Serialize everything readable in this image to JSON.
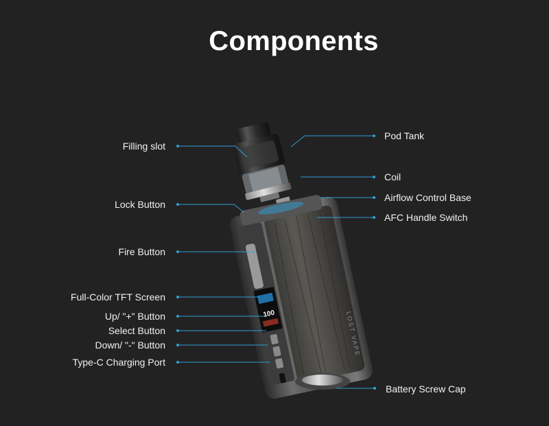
{
  "title": "Components",
  "colors": {
    "background": "#222222",
    "leader_line": "#2f9fd8",
    "label_text": "#f2f2f2"
  },
  "labels_left": [
    "Filling slot",
    "Lock Button",
    "Fire Button",
    "Full-Color TFT Screen",
    "Up/ \"+\" Button",
    "Select Button",
    "Down/ \"-\" Button",
    "Type-C Charging Port"
  ],
  "labels_right": [
    "Pod Tank",
    "Coil",
    "Airflow Control Base",
    "AFC Handle Switch",
    "Battery Screw Cap"
  ],
  "device": {
    "brand_mark": "LOST VAPE",
    "screen_reading": "100"
  }
}
